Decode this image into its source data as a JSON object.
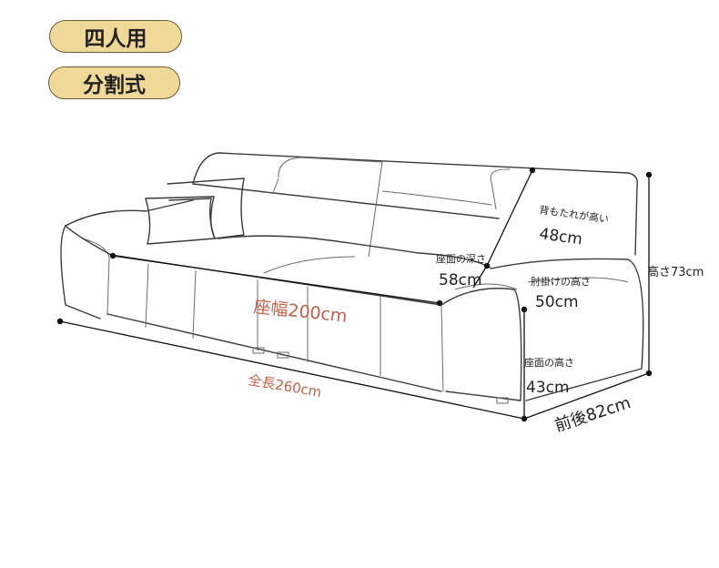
{
  "badges": {
    "seat_count": "四人用",
    "type": "分割式"
  },
  "dimensions": {
    "back_height": {
      "label": "背もたれが高い",
      "value": "48cm"
    },
    "seat_depth": {
      "label": "座面の深さ",
      "value": "58cm"
    },
    "armrest_height": {
      "label": "肘掛けの高さ",
      "value": "50cm"
    },
    "seat_height": {
      "label": "座面の高さ",
      "value": "43cm"
    },
    "total_height": "高さ73cm",
    "seat_width": "座幅200cm",
    "total_length": "全長260cm",
    "depth": "前後82cm"
  },
  "colors": {
    "badge_fill": "#f0d998",
    "highlight_text": "#c0624a"
  }
}
